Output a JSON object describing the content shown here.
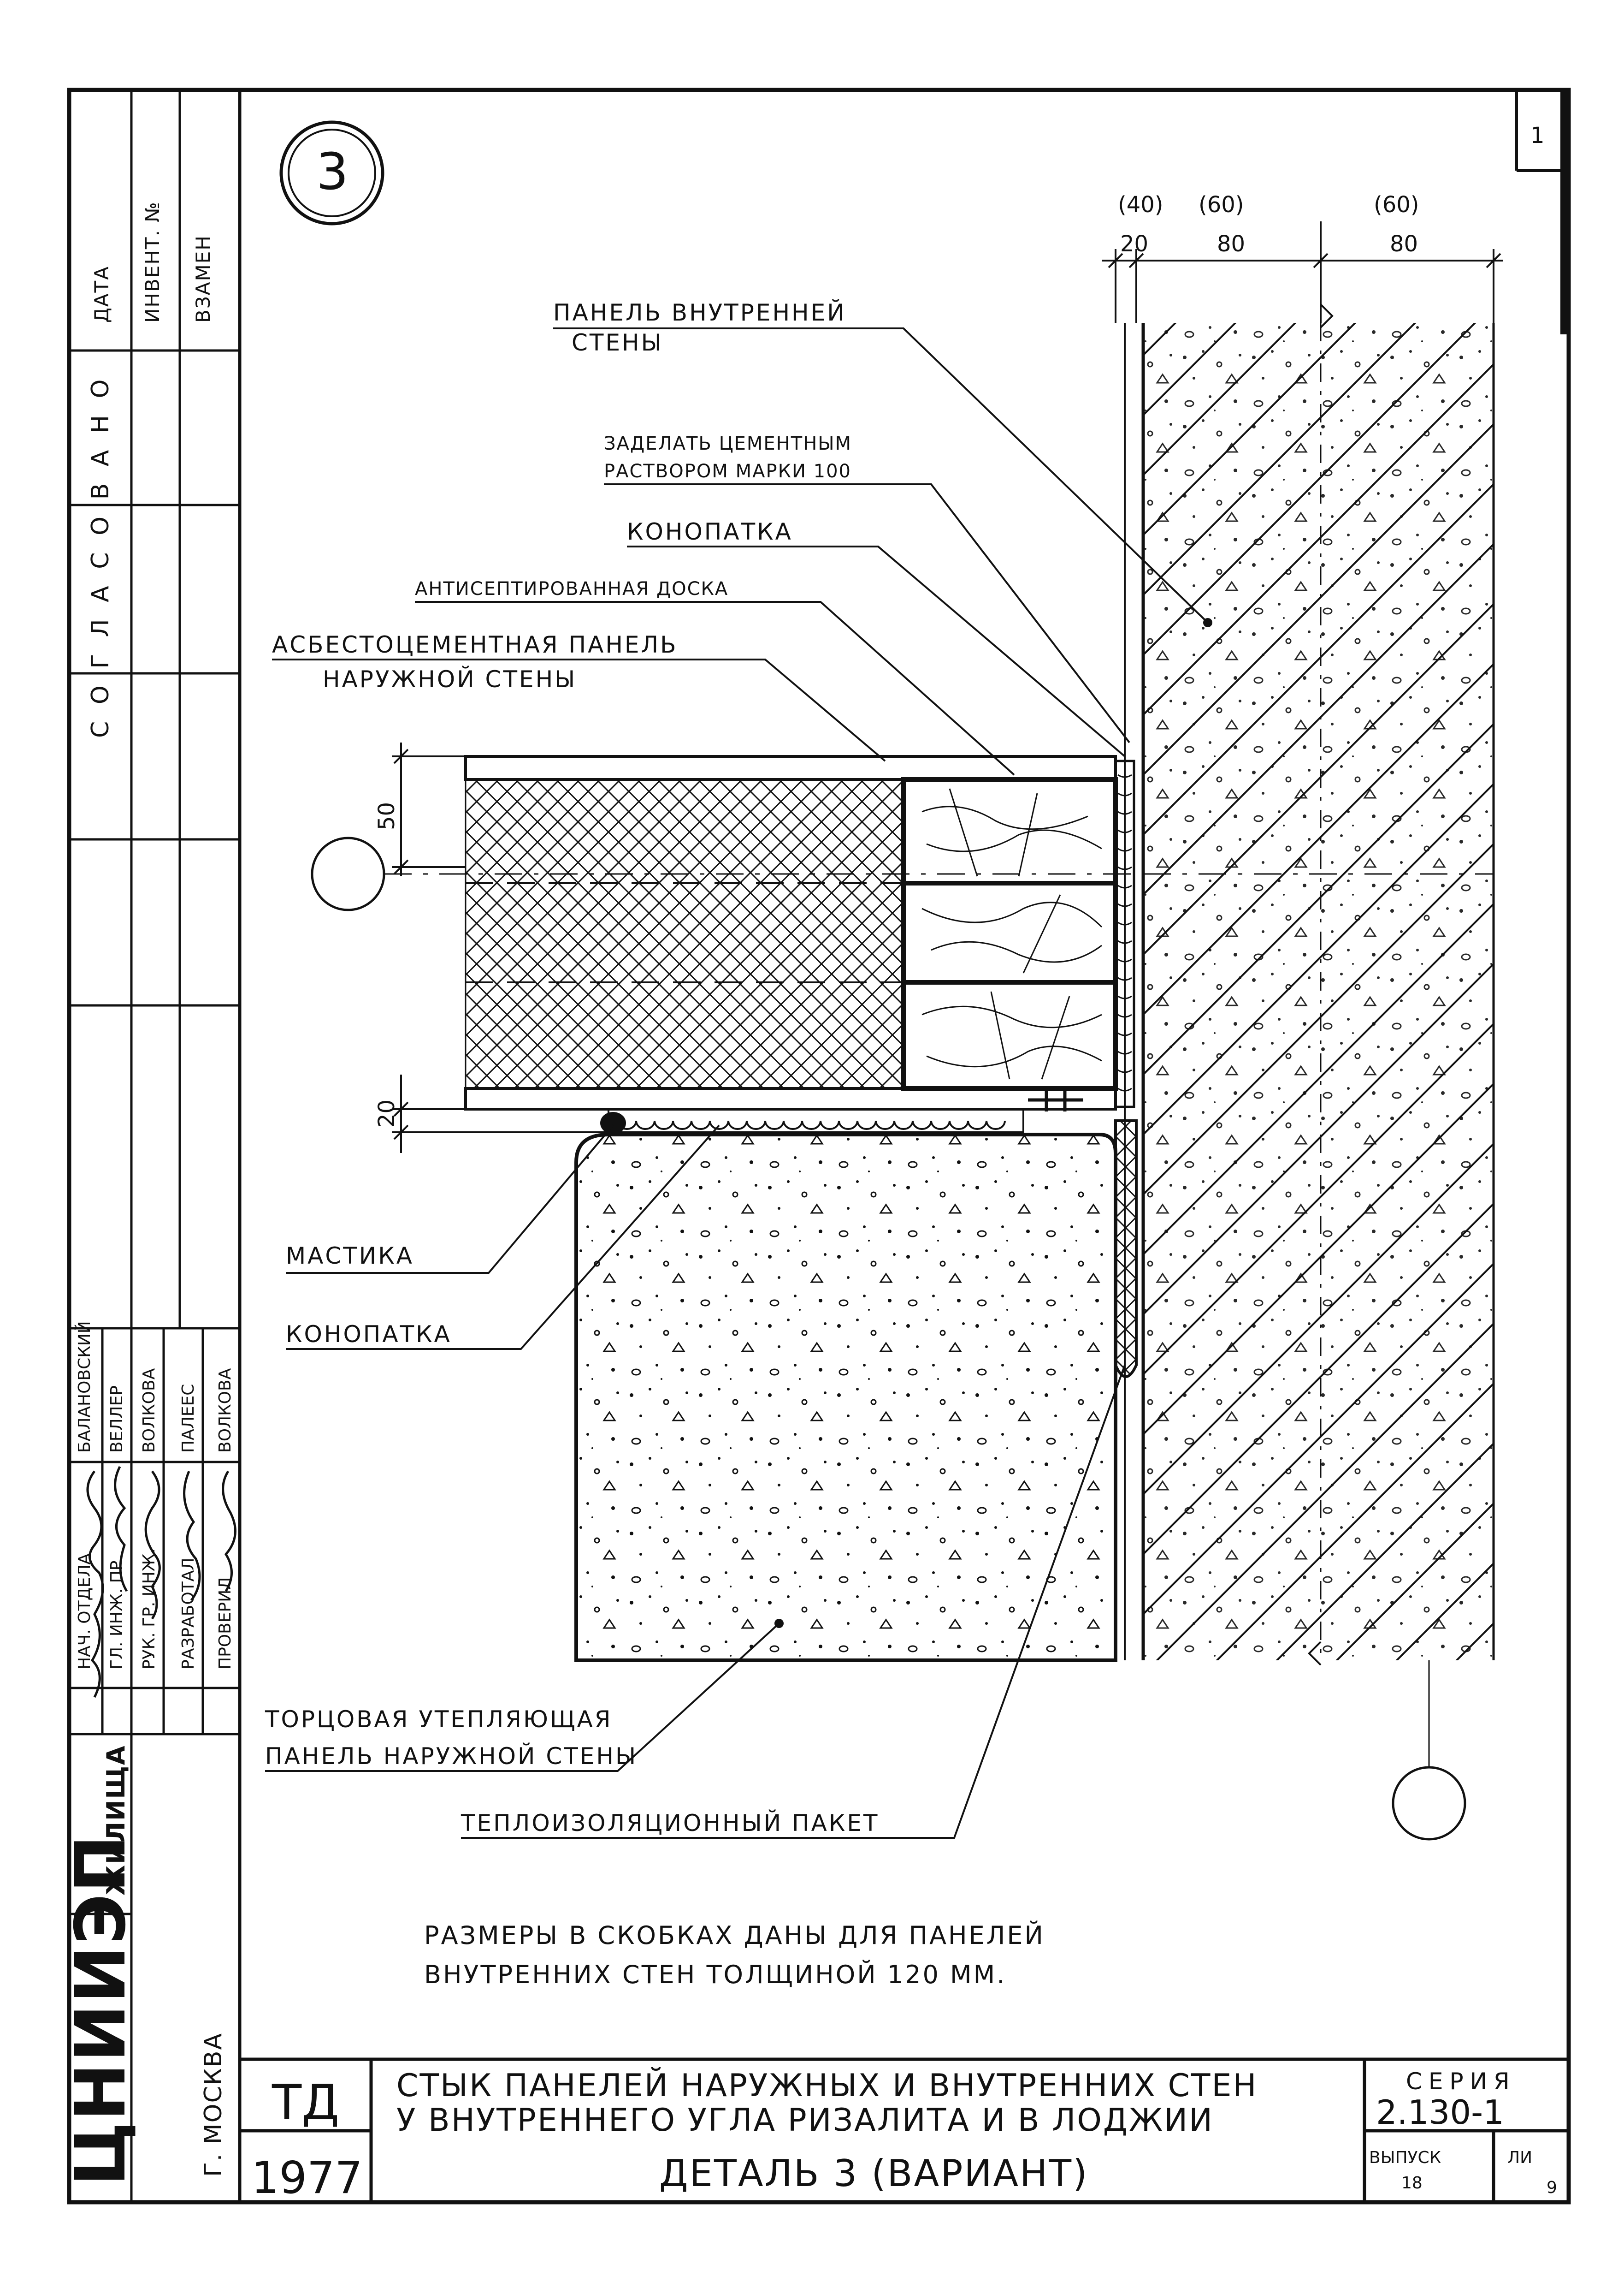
{
  "detail_number": "3",
  "sheet_corner": "1",
  "dimensions": {
    "top_bracket": [
      "(40)",
      "(60)",
      "(60)"
    ],
    "top": [
      "20",
      "80",
      "80"
    ],
    "left_50": "50",
    "left_20": "20"
  },
  "callouts": {
    "inner_panel": [
      "ПАНЕЛЬ ВНУТРЕННЕЙ",
      "СТЕНЫ"
    ],
    "mortar": [
      "ЗАДЕЛАТЬ ЦЕМЕНТНЫМ",
      "РАСТВОРОМ МАРКИ 100"
    ],
    "caulk_top": "КОНОПАТКА",
    "board": "АНТИСЕПТИРОВАННАЯ ДОСКА",
    "asbestos_panel": [
      "АСБЕСТОЦЕМЕНТНАЯ ПАНЕЛЬ",
      "НАРУЖНОЙ СТЕНЫ"
    ],
    "mastic": "МАСТИКА",
    "caulk_bottom": "КОНОПАТКА",
    "end_panel": [
      "ТОРЦОВАЯ УТЕПЛЯЮЩАЯ",
      "ПАНЕЛЬ НАРУЖНОЙ СТЕНЫ"
    ],
    "heat_pack": "ТЕПЛОИЗОЛЯЦИОННЫЙ ПАКЕТ"
  },
  "note": [
    "РАЗМЕРЫ В СКОБКАХ ДАНЫ ДЛЯ ПАНЕЛЕЙ",
    "ВНУТРЕННИХ СТЕН ТОЛЩИНОЙ 120 ММ."
  ],
  "left_stamp": {
    "columns": [
      "ДАТА",
      "ИНВЕНТ. №",
      "ВЗАМЕН"
    ],
    "agreed": "С О Г Л А С О В А Н О",
    "roles": [
      "НАЧ. ОТДЕЛА",
      "ГЛ. ИНЖ. ПР.",
      "РУК. ГР. ИНЖ.",
      "РАЗРАБОТАЛ",
      "ПРОВЕРИЛ"
    ],
    "names": [
      "БАЛАНОВСКИЙ",
      "ВЕЛЛЕР",
      "ВОЛКОВА",
      "ПАЛЕЕС",
      "ВОЛКОВА"
    ],
    "org": "ЦНИИЭП",
    "org_suffix": "ЖИЛИЩА",
    "city": "Г. МОСКВА"
  },
  "title_block": {
    "code": "ТД",
    "year": "1977",
    "title_line1": "СТЫК ПАНЕЛЕЙ НАРУЖНЫХ И ВНУТРЕННИХ СТЕН",
    "title_line2": "У ВНУТРЕННЕГО УГЛА РИЗАЛИТА И В ЛОДЖИИ",
    "subtitle": "ДЕТАЛЬ 3 (ВАРИАНТ)",
    "series_label": "СЕРИЯ",
    "series_value": "2.130-1",
    "issue_label": "ВЫПУСК",
    "issue_value": "18",
    "sheet_label": "ЛИ",
    "sheet_value": "9"
  }
}
